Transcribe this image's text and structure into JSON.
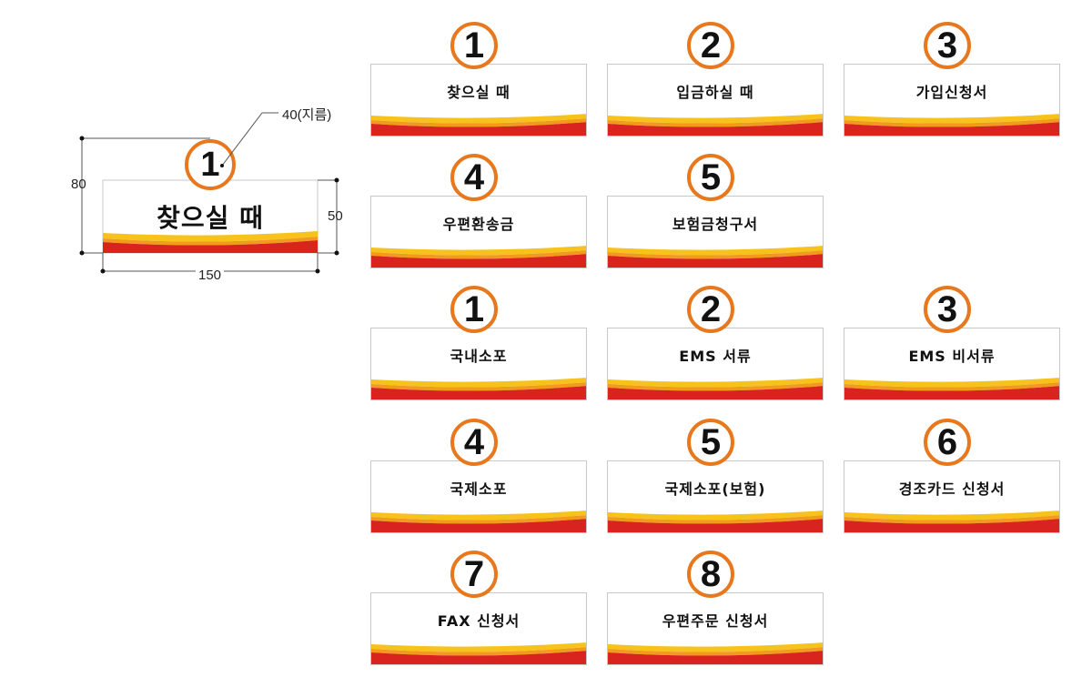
{
  "detail": {
    "number": "1",
    "label": "찾으실 때",
    "dims": {
      "height_total": "80",
      "height_plate": "50",
      "width": "150",
      "circle": "40(지름)"
    }
  },
  "signs": [
    {
      "number": "1",
      "label": "찾으실 때"
    },
    {
      "number": "2",
      "label": "입금하실 때"
    },
    {
      "number": "3",
      "label": "가입신청서"
    },
    {
      "number": "4",
      "label": "우편환송금"
    },
    {
      "number": "5",
      "label": "보험금청구서"
    },
    {
      "number": "1",
      "label": "국내소포"
    },
    {
      "number": "2",
      "label": "EMS 서류"
    },
    {
      "number": "3",
      "label": "EMS 비서류"
    },
    {
      "number": "4",
      "label": "국제소포"
    },
    {
      "number": "5",
      "label": "국제소포(보험)"
    },
    {
      "number": "6",
      "label": "경조카드 신청서"
    },
    {
      "number": "7",
      "label": "FAX 신청서"
    },
    {
      "number": "8",
      "label": "우편주문 신청서"
    }
  ],
  "colors": {
    "red": "#d8231f",
    "orange": "#f29a1c",
    "yellow": "#f7c21b",
    "ring": "#e8781d"
  }
}
